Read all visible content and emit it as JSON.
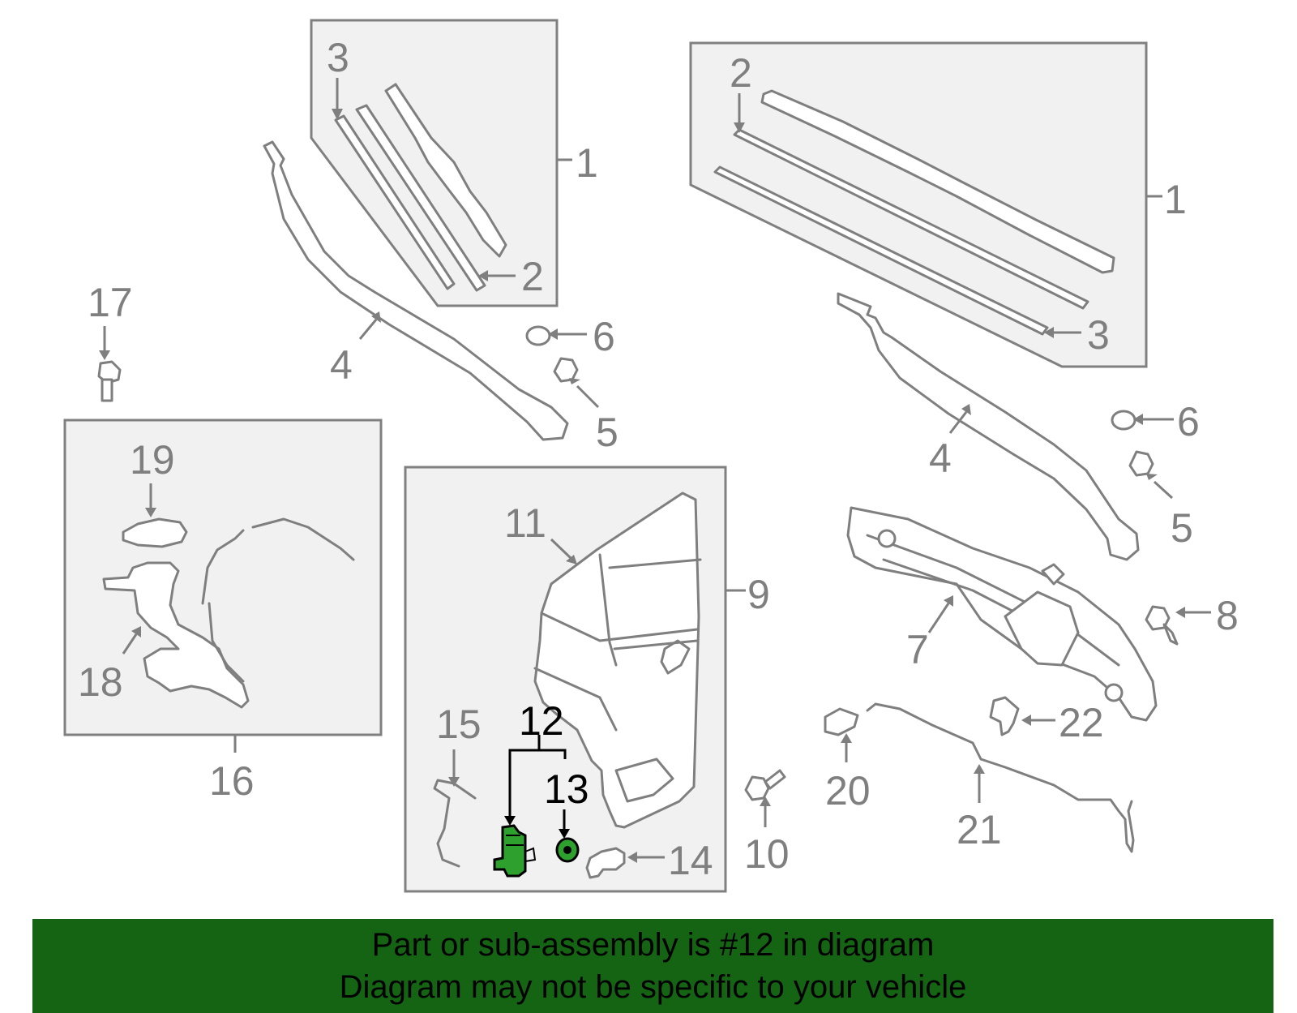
{
  "colors": {
    "part_line": "#7f7f7f",
    "highlight_part": "#2ea02e",
    "banner_bg": "#146414",
    "banner_text": "#000000",
    "group_box_fill": "#f1f1f1"
  },
  "callouts": {
    "c1_left": "1",
    "c2_left": "2",
    "c3_left": "3",
    "c4_left": "4",
    "c5_left": "5",
    "c6_left": "6",
    "c1_right": "1",
    "c2_right": "2",
    "c3_right": "3",
    "c4_right": "4",
    "c5_right": "5",
    "c6_right": "6",
    "c7": "7",
    "c8": "8",
    "c9": "9",
    "c10": "10",
    "c11": "11",
    "c12": "12",
    "c13": "13",
    "c14": "14",
    "c15": "15",
    "c16": "16",
    "c17": "17",
    "c18": "18",
    "c19": "19",
    "c20": "20",
    "c21": "21",
    "c22": "22"
  },
  "highlight": {
    "part_number": "12"
  },
  "banner": {
    "line1": "Part or sub-assembly is #12 in diagram",
    "line2": "Diagram may not be specific to your vehicle"
  }
}
